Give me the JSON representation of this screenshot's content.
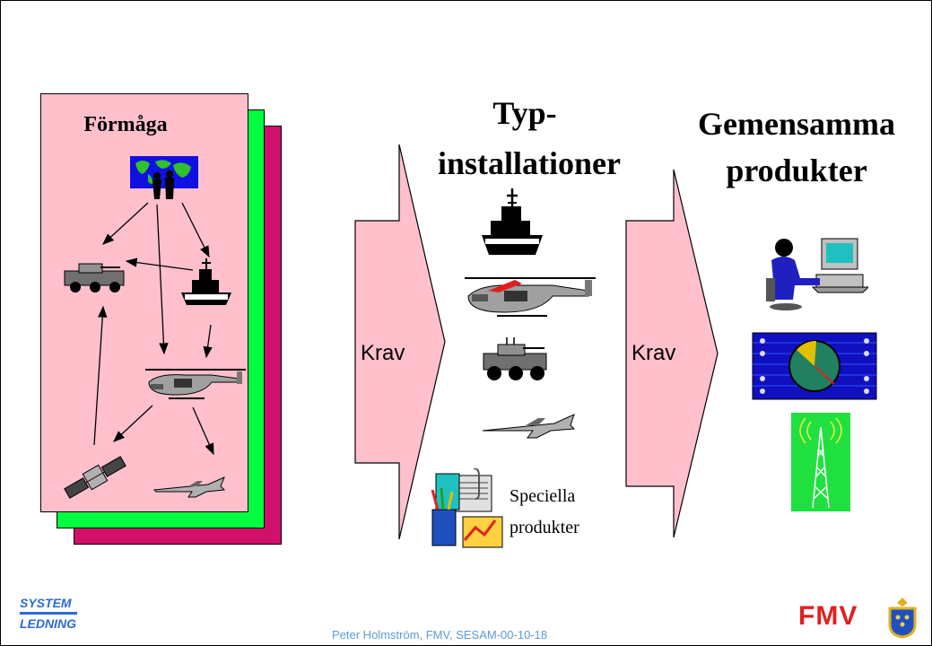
{
  "left_panel": {
    "title": "Förmåga"
  },
  "middle": {
    "title_line1": "Typ-",
    "title_line2": "installationer",
    "special_line1": "Speciella",
    "special_line2": "produkter"
  },
  "right": {
    "title_line1": "Gemensamma",
    "title_line2": "produkter"
  },
  "arrows": {
    "left_label": "Krav",
    "right_label": "Krav"
  },
  "logos": {
    "system_line1": "SYSTEM",
    "system_line2": "LEDNING",
    "fmv": "FMV"
  },
  "footer": {
    "text": "Peter Holmström, FMV, SESAM-00-10-18"
  },
  "colors": {
    "pink_panel": "#ffc0cc",
    "green_panel": "#00ff40",
    "magenta_panel": "#d0106a",
    "arrow_fill": "#ffc0cc",
    "footer_text": "#5b9bd5"
  },
  "icons": [
    "world-map-people-icon",
    "armored-vehicle-icon",
    "warship-icon",
    "helicopter-icon",
    "satellite-icon",
    "fighter-jet-icon",
    "operator-workstation-icon",
    "radar-screen-icon",
    "radio-mast-icon",
    "office-supplies-icon",
    "fmv-crest-icon"
  ]
}
